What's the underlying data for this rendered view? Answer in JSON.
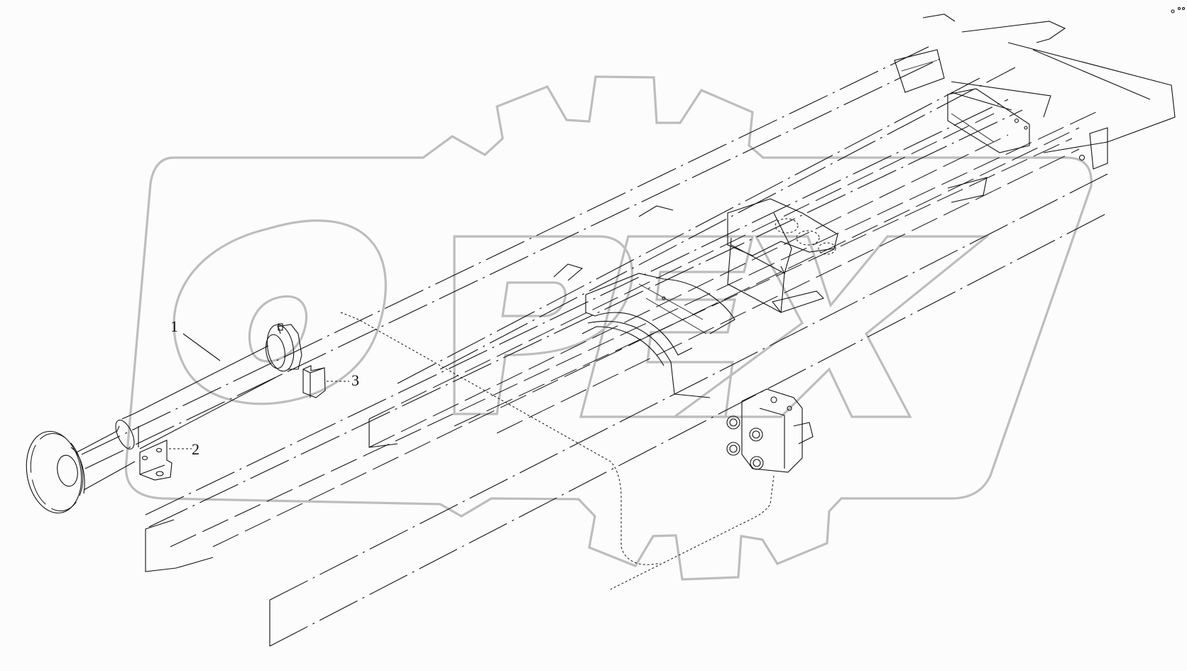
{
  "diagram": {
    "type": "exploded-parts-diagram",
    "subject": "vehicle frame / chassis rails with spare parts callouts",
    "watermark": {
      "text": "OPEX",
      "shape": "gear-outline",
      "color": "#bdbdbd"
    },
    "callouts": [
      {
        "id": "1",
        "label": "1",
        "part": "shaft-with-flange"
      },
      {
        "id": "2",
        "label": "2",
        "part": "mounting-bracket"
      },
      {
        "id": "3",
        "label": "3",
        "part": "clip-bracket"
      }
    ],
    "colors": {
      "background": "#fbfcfb",
      "line": "#111111",
      "watermark": "#bdbdbd"
    }
  }
}
